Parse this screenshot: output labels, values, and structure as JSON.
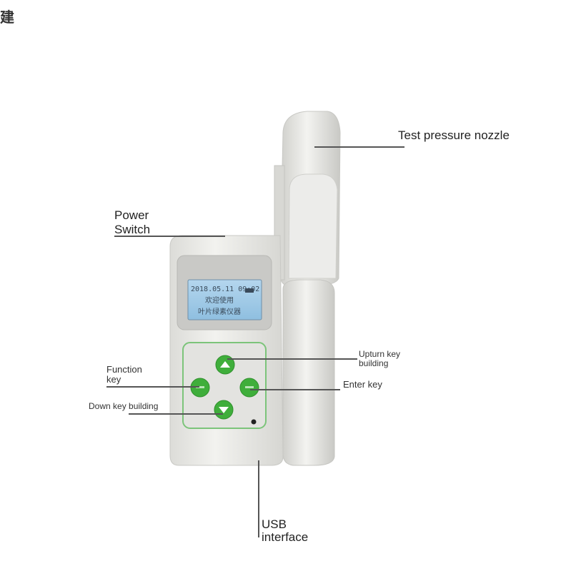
{
  "corner_glyph": "建",
  "labels": {
    "nozzle": "Test pressure nozzle",
    "power_line1": "Power",
    "power_line2": "Switch",
    "upturn_line1": "Upturn key",
    "upturn_line2": "building",
    "function_line1": "Function",
    "function_line2": "key",
    "enter": "Enter key",
    "down": "Down key building",
    "usb_line1": "USB",
    "usb_line2": "interface"
  },
  "screen": {
    "line1": "2018.05.11 09:02",
    "line2": "欢迎使用",
    "line3": "叶片绿素仪器"
  },
  "colors": {
    "body": "#e9e9e6",
    "button_green": "#3fae3b",
    "panel_border": "#7cc47a",
    "screen_bg": "#9fc8e6"
  }
}
